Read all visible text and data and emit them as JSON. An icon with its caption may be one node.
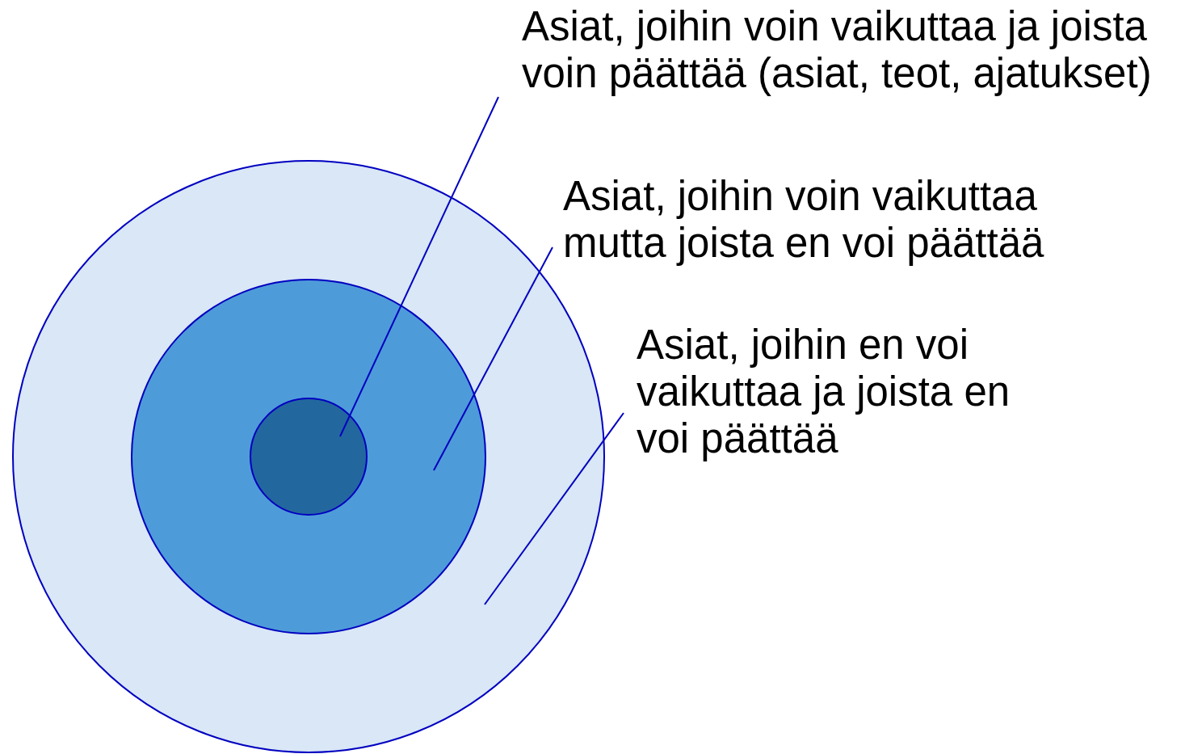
{
  "diagram": {
    "nodes": [
      {
        "text": [],
        "shape": "circle"
      },
      {
        "text": [],
        "shape": "circle",
        "in": 0
      },
      {
        "text": [],
        "shape": "circle",
        "in": 1
      },
      {
        "text": [
          "Asiat, joihin voin vaikuttaa ja joista voin päättää (asiat, teot, ajatukset)"
        ]
      },
      {
        "text": [
          "Asiat, joihin voin vaikuttaa mutta joista en voi päättää"
        ]
      },
      {
        "text": [
          "Asiat, joihin en voi vaikuttaa ja joista en voi päättää"
        ]
      }
    ],
    "edges": [
      {
        "from": 3,
        "to": 2,
        "arrow": "none"
      },
      {
        "from": 4,
        "to": 1,
        "arrow": "none"
      },
      {
        "from": 5,
        "to": 0,
        "arrow": "none"
      }
    ]
  }
}
